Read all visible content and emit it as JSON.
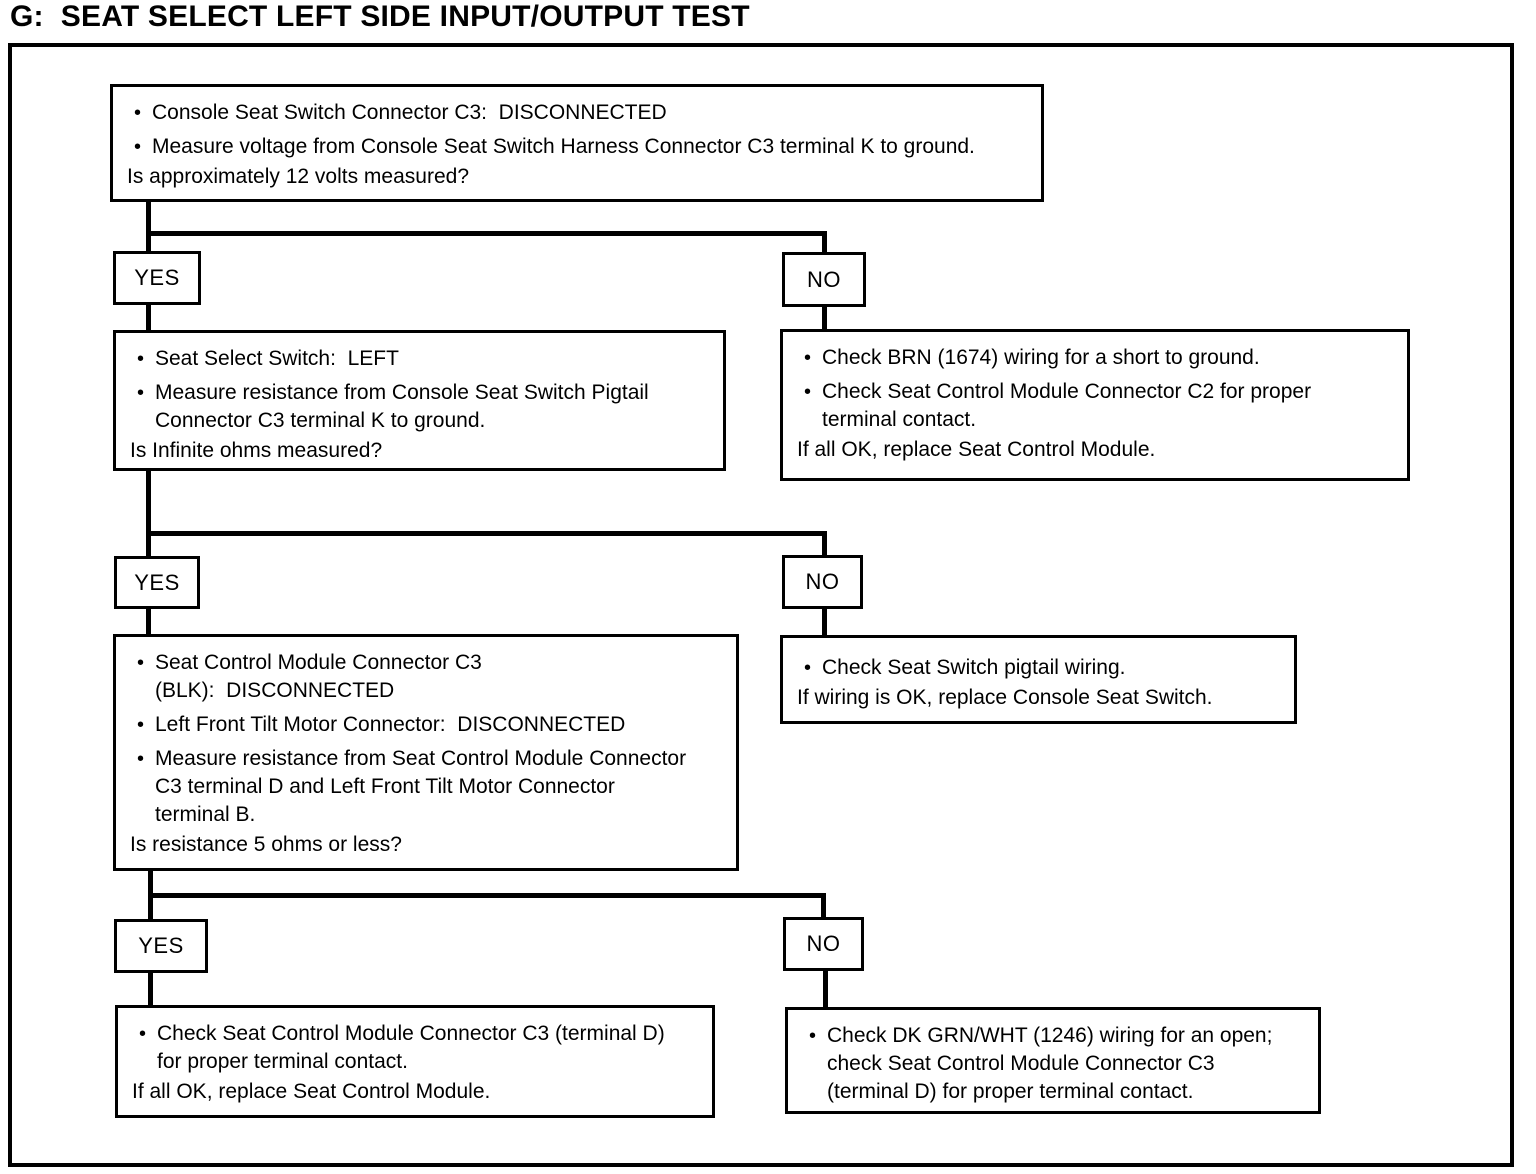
{
  "title": "G:  SEAT SELECT LEFT SIDE INPUT/OUTPUT TEST",
  "colors": {
    "ink": "#000000",
    "paper": "#ffffff"
  },
  "glyphs": {
    "bullet": "•"
  },
  "labels": {
    "yes": "YES",
    "no": "NO"
  },
  "steps": {
    "q1": {
      "bullets": [
        "Console Seat Switch Connector C3:  DISCONNECTED",
        "Measure voltage from Console Seat Switch Harness Connector C3 terminal K to ground."
      ],
      "question": "Is approximately 12 volts measured?"
    },
    "no1_result": {
      "bullets": [
        "Check BRN (1674) wiring for a short to ground.",
        "Check Seat Control Module Connector C2 for proper\nterminal contact."
      ],
      "footer": "If all OK, replace Seat Control Module."
    },
    "q2": {
      "bullets": [
        "Seat Select Switch:  LEFT",
        "Measure resistance from Console Seat Switch Pigtail\nConnector C3 terminal K to ground."
      ],
      "question": "Is Infinite ohms measured?"
    },
    "no2_result": {
      "bullets": [
        "Check Seat Switch pigtail wiring."
      ],
      "footer": "If wiring is OK, replace Console Seat Switch."
    },
    "q3": {
      "bullets": [
        "Seat Control Module Connector C3\n(BLK):  DISCONNECTED",
        "Left Front Tilt Motor Connector:  DISCONNECTED",
        "Measure resistance from Seat Control Module Connector\nC3 terminal D and Left Front Tilt Motor Connector\nterminal B."
      ],
      "question": "Is resistance 5 ohms or less?"
    },
    "yes3_result": {
      "bullets": [
        "Check Seat Control Module Connector C3 (terminal D)\nfor proper terminal contact."
      ],
      "footer": "If all OK, replace Seat Control Module."
    },
    "no3_result": {
      "bullets": [
        "Check DK GRN/WHT (1246) wiring for an open;\ncheck Seat Control Module Connector C3\n(terminal D) for proper terminal contact."
      ]
    }
  }
}
